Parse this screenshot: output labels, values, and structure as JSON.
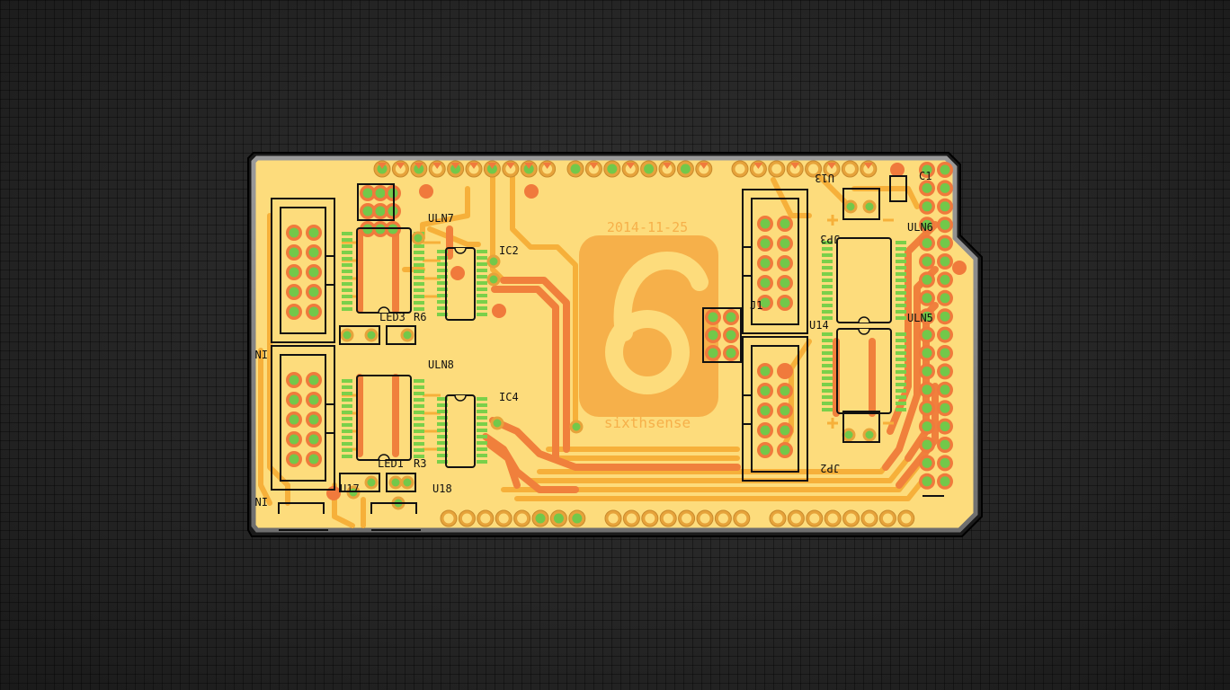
{
  "board": {
    "date_label": "2014-11-25",
    "brand_label": "sixthsense",
    "logo_glyph": "6"
  },
  "labels": {
    "uln7": "ULN7",
    "ic2": "IC2",
    "led3": "LED3",
    "r6": "R6",
    "uln8": "ULN8",
    "ic4": "IC4",
    "led1": "LED1",
    "r3": "R3",
    "u17": "U17",
    "u18": "U18",
    "u13": "U13",
    "jp3": "JP3",
    "uln6": "ULN6",
    "j1": "J1",
    "u14": "U14",
    "uln5": "ULN5",
    "jp2": "JP2",
    "c1": "C1",
    "left_upper": "IN",
    "left_lower": "IN"
  },
  "colors": {
    "board_fill": "#fddc7c",
    "board_edge": "#8a8a8a",
    "trace_top": "#f6b03a",
    "trace_bottom": "#f0803c",
    "pad_copper": "#e6a33b",
    "pad_ring": "#f07a3c",
    "pad_hole": "#72c84a",
    "silkscreen": "#111111"
  }
}
